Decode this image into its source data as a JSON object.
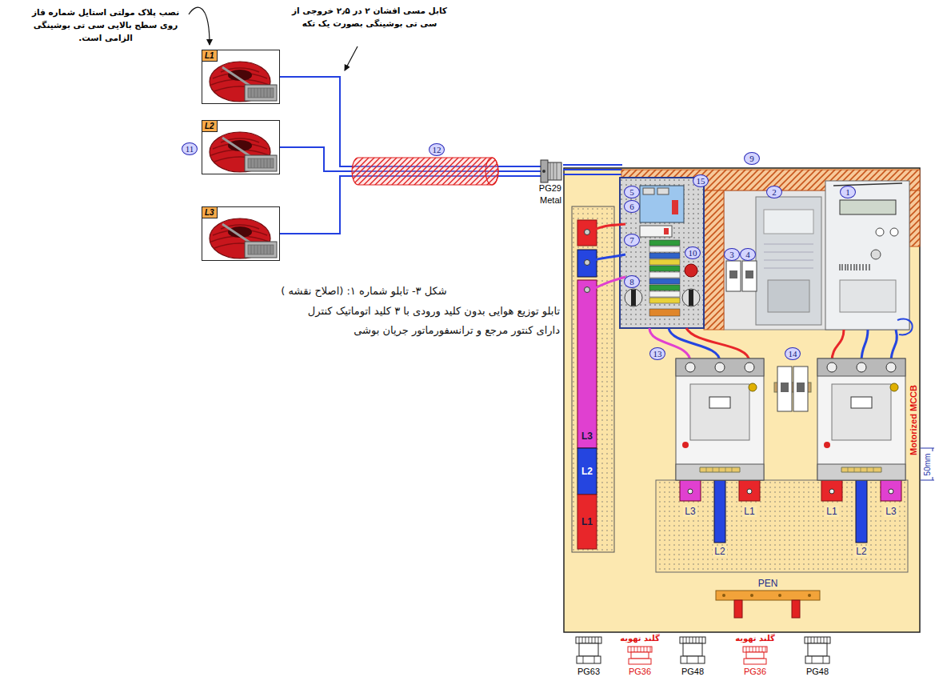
{
  "diagram": {
    "caption": "شکل ۳- تابلو شماره ۱: (اصلاح نقشه )",
    "nodes": [
      {
        "text": [
          "L1"
        ]
      },
      {
        "text": [
          "L2"
        ]
      },
      {
        "text": [
          "L3"
        ]
      },
      {
        "text": [
          "PG29 Metal"
        ]
      }
    ],
    "edges": [
      {
        "from": 0,
        "to": 3,
        "arrow": "none"
      },
      {
        "from": 1,
        "to": 3,
        "arrow": "none"
      },
      {
        "from": 2,
        "to": 3,
        "arrow": "none"
      }
    ],
    "labels": [
      "نصب پلاک مولتی استایل شماره فاز روی سطح بالایی سی تی بوشینگی الزامی است.",
      "کابل مسی افشان ۲ در ۲٫۵ خروجی از سی تی بوشینگی بصورت یک تکه",
      "11",
      "12",
      "9",
      "15",
      "5",
      "6",
      "7",
      "10",
      "8",
      "2",
      "1",
      "3",
      "4",
      "13",
      "14",
      "L3",
      "L2",
      "L1",
      "L3",
      "L2",
      "L1",
      "L1",
      "L2",
      "L3",
      "Motorized MCCB",
      "50mm",
      "PEN",
      "PG63",
      "گلند تهویه",
      "PG36",
      "PG48",
      "گلند تهویه",
      "PG36",
      "PG48",
      "تابلو توزیع هوایی بدون کلید ورودی با ۳ کلید اتوماتیک کنترل",
      "دارای کنتور مرجع و ترانسفورماتور جریان بوشی"
    ]
  }
}
